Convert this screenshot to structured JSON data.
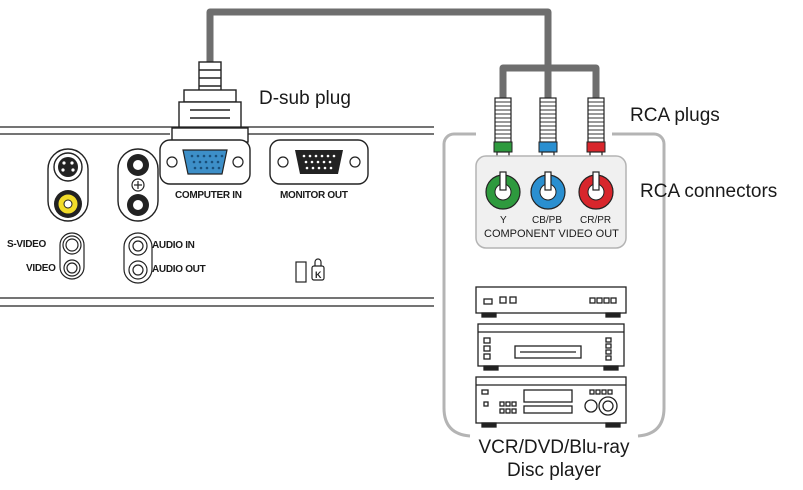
{
  "labels": {
    "dsub_plug": "D-sub plug",
    "rca_plugs": "RCA plugs",
    "rca_connectors": "RCA connectors",
    "s_video": "S-VIDEO",
    "video": "VIDEO",
    "computer_in": "COMPUTER IN",
    "monitor_out": "MONITOR OUT",
    "audio_in": "AUDIO IN",
    "audio_out": "AUDIO OUT",
    "y": "Y",
    "cb_pb": "CB/PB",
    "cr_pr": "CR/PR",
    "component_video_out": "COMPONENT VIDEO OUT",
    "device_line1": "VCR/DVD/Blu-ray",
    "device_line2": "Disc player"
  },
  "colors": {
    "cable": "#6e6e6e",
    "green": "#2e9a3e",
    "blue": "#2a8fd0",
    "red": "#d8262c",
    "vga_blue": "#3d8fc8",
    "bracket": "#b4b4b4",
    "video_yellow": "#f2dc2a"
  },
  "icons": [
    "kensington-lock-icon",
    "audio-jack-icon",
    "s-video-jack-icon"
  ]
}
